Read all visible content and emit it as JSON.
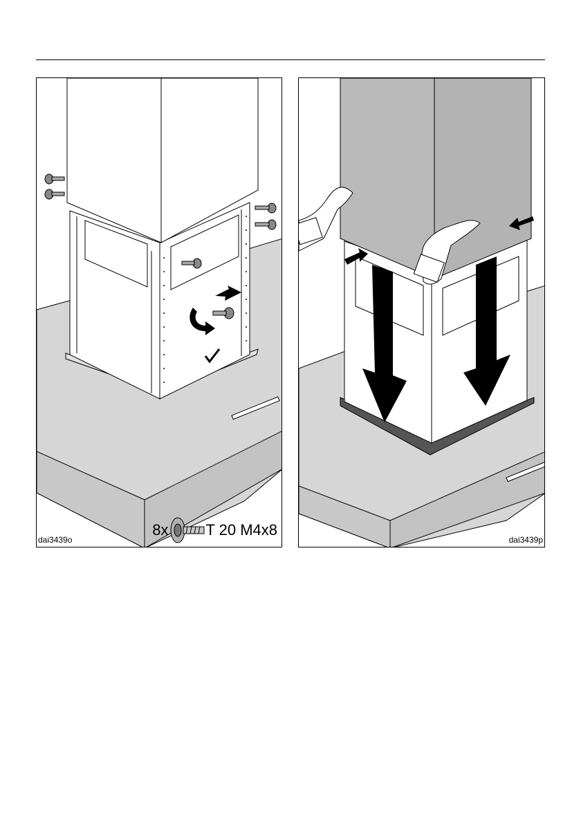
{
  "figures": [
    {
      "id": "left",
      "code": "dai3439o",
      "screw_label": {
        "quantity": "8x",
        "spec": "T 20 M4x8"
      }
    },
    {
      "id": "right",
      "code": "dai3439p"
    }
  ],
  "colors": {
    "housing_grey": "#d6d6d6",
    "cover_grey": "#b9b9b9",
    "line": "#000000",
    "white": "#ffffff"
  },
  "icons": {
    "screw": "torx-screw-icon",
    "arrow": "black-arrow-icon",
    "rotate": "rotate-arrow-icon",
    "check": "checkmark-icon",
    "hand": "gloved-hand-icon"
  }
}
